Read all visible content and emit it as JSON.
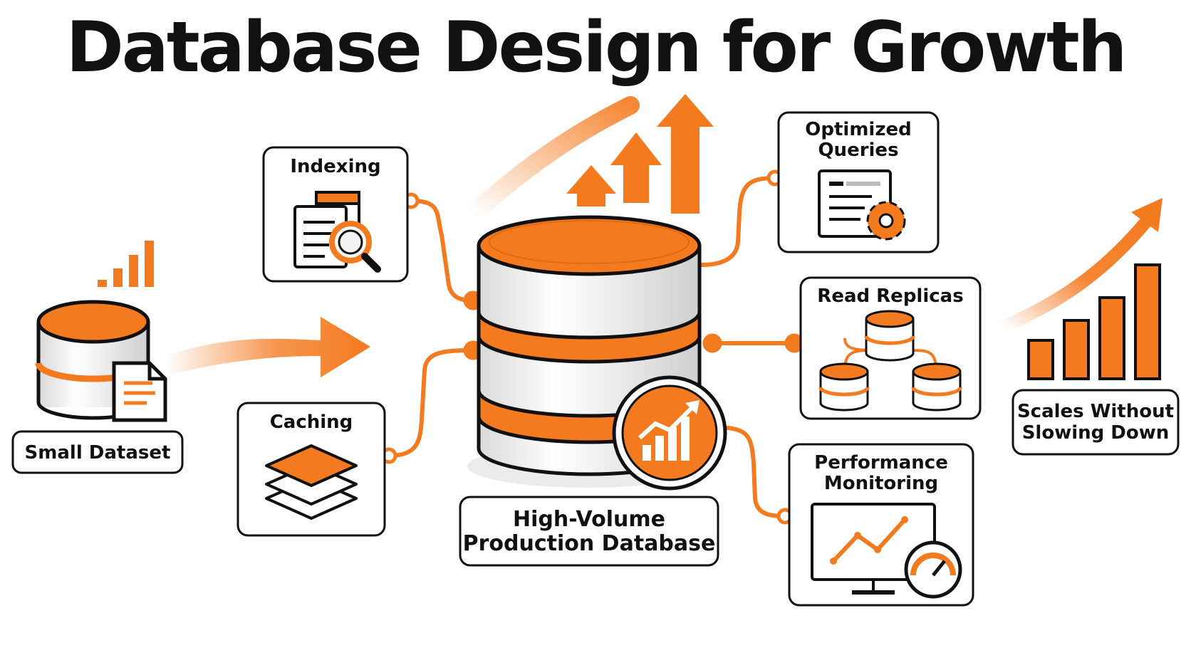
{
  "title": "Database Design for Growth",
  "colors": {
    "accent": "#f47a1f",
    "ink": "#111111",
    "background": "#ffffff"
  },
  "source": {
    "label": "Small Dataset",
    "icon": "database-with-document-icon",
    "badge_icon": "signal-bars-icon"
  },
  "center": {
    "label_line1": "High-Volume",
    "label_line2": "Production Database",
    "icon": "database-stack-icon",
    "badge_icon": "growth-chart-icon"
  },
  "techniques": {
    "indexing": {
      "label": "Indexing",
      "icon": "document-magnifier-icon"
    },
    "caching": {
      "label": "Caching",
      "icon": "stacked-layers-icon"
    },
    "optimized_queries": {
      "label_line1": "Optimized",
      "label_line2": "Queries",
      "icon": "document-gear-icon"
    },
    "read_replicas": {
      "label": "Read Replicas",
      "icon": "replicated-databases-icon"
    },
    "performance_monitoring": {
      "label_line1": "Performance",
      "label_line2": "Monitoring",
      "icon": "monitor-gauge-icon"
    }
  },
  "outcome": {
    "label_line1": "Scales Without",
    "label_line2": "Slowing Down",
    "icon": "rising-bar-chart-icon"
  }
}
